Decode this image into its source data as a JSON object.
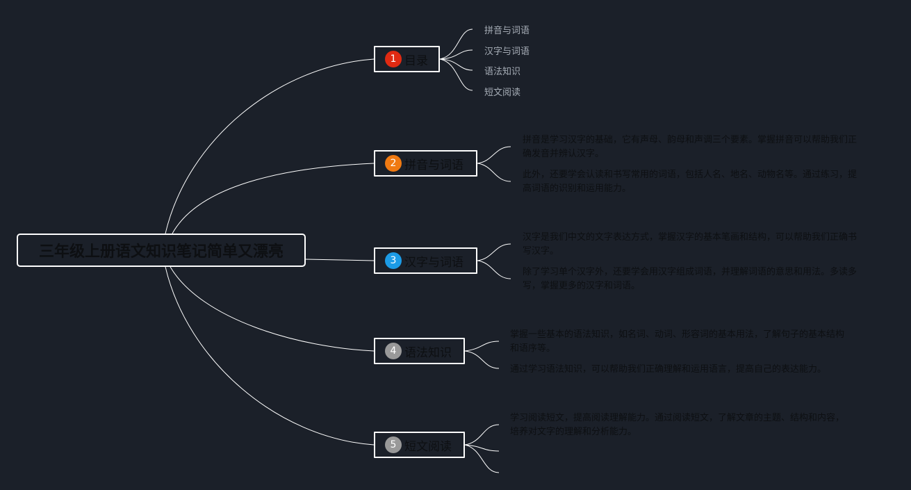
{
  "title": "三年级上册语文知识笔记简单又漂亮",
  "branches": [
    {
      "number": "1",
      "label": "目录",
      "badge_color": "#e02a12",
      "children": [
        "拼音与词语",
        "汉字与词语",
        "语法知识",
        "短文阅读"
      ]
    },
    {
      "number": "2",
      "label": "拼音与词语",
      "badge_color": "#f07a12",
      "children": [
        "拼音是学习汉字的基础，它有声母、韵母和声调三个要素。掌握拼音可以帮助我们正确发音并辨认汉字。",
        "此外，还要学会认读和书写常用的词语，包括人名、地名、动物名等。通过练习，提高词语的识别和运用能力。"
      ]
    },
    {
      "number": "3",
      "label": "汉字与词语",
      "badge_color": "#1c9be6",
      "children": [
        "汉字是我们中文的文字表达方式，掌握汉字的基本笔画和结构，可以帮助我们正确书写汉字。",
        "除了学习单个汉字外，还要学会用汉字组成词语，并理解词语的意思和用法。多读多写，掌握更多的汉字和词语。"
      ]
    },
    {
      "number": "4",
      "label": "语法知识",
      "badge_color": "#999999",
      "children": [
        "掌握一些基本的语法知识，如名词、动词、形容词的基本用法，了解句子的基本结构和语序等。",
        "通过学习语法知识，可以帮助我们正确理解和运用语言，提高自己的表达能力。"
      ]
    },
    {
      "number": "5",
      "label": "短文阅读",
      "badge_color": "#999999",
      "children": [
        "学习阅读短文，提高阅读理解能力。通过阅读短文，了解文章的主题、结构和内容，培养对文字的理解和分析能力。",
        "",
        ""
      ]
    }
  ]
}
